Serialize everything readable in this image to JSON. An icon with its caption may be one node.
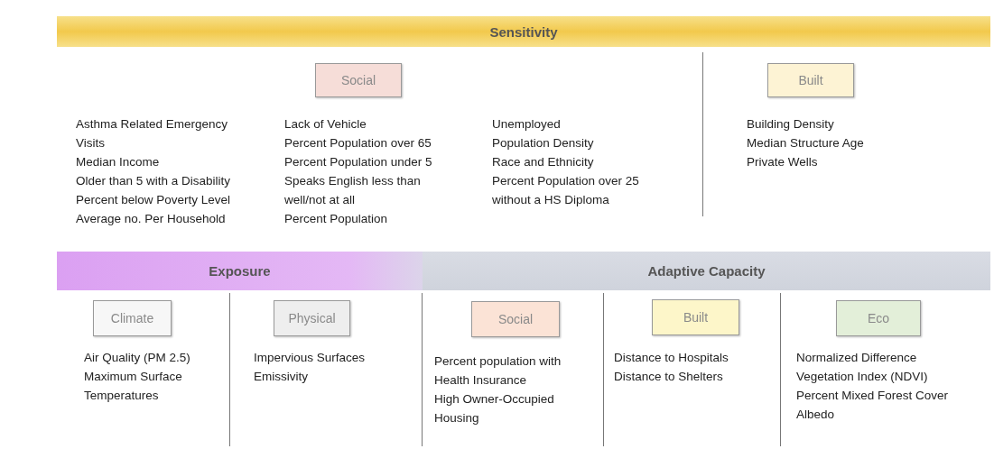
{
  "diagram": {
    "nodes": [
      {
        "text": [
          "Sensitivity"
        ]
      },
      {
        "text": [
          "Social"
        ]
      },
      {
        "text": [
          "Built"
        ]
      },
      {
        "text": [
          "Exposure"
        ]
      },
      {
        "text": [
          "Adaptive Capacity"
        ]
      },
      {
        "text": [
          "Climate"
        ]
      },
      {
        "text": [
          "Physical"
        ]
      },
      {
        "text": [
          "Social"
        ]
      },
      {
        "text": [
          "Built"
        ]
      },
      {
        "text": [
          "Eco"
        ]
      }
    ],
    "labels": [
      "Asthma Related Emergency Visits",
      "Median Income",
      "Older than 5 with a Disability",
      "Percent below Poverty Level",
      "Average no. Per Household",
      "Lack of Vehicle",
      "Percent Population over 65",
      "Percent Population under 5",
      "Speaks English less than well/not at all",
      "Percent Population",
      "Unemployed",
      "Population Density",
      "Race and Ethnicity",
      "Percent Population over 25 without a HS Diploma",
      "Building Density",
      "Median Structure Age",
      "Private Wells",
      "Air Quality (PM 2.5)",
      "Maximum Surface Temperatures",
      "Impervious Surfaces",
      "Emissivity",
      "Percent population with Health Insurance",
      "High Owner-Occupied Housing",
      "Distance to Hospitals",
      "Distance to Shelters",
      "Normalized Difference Vegetation Index (NDVI)",
      "Percent Mixed Forest Cover",
      "Albedo"
    ]
  }
}
